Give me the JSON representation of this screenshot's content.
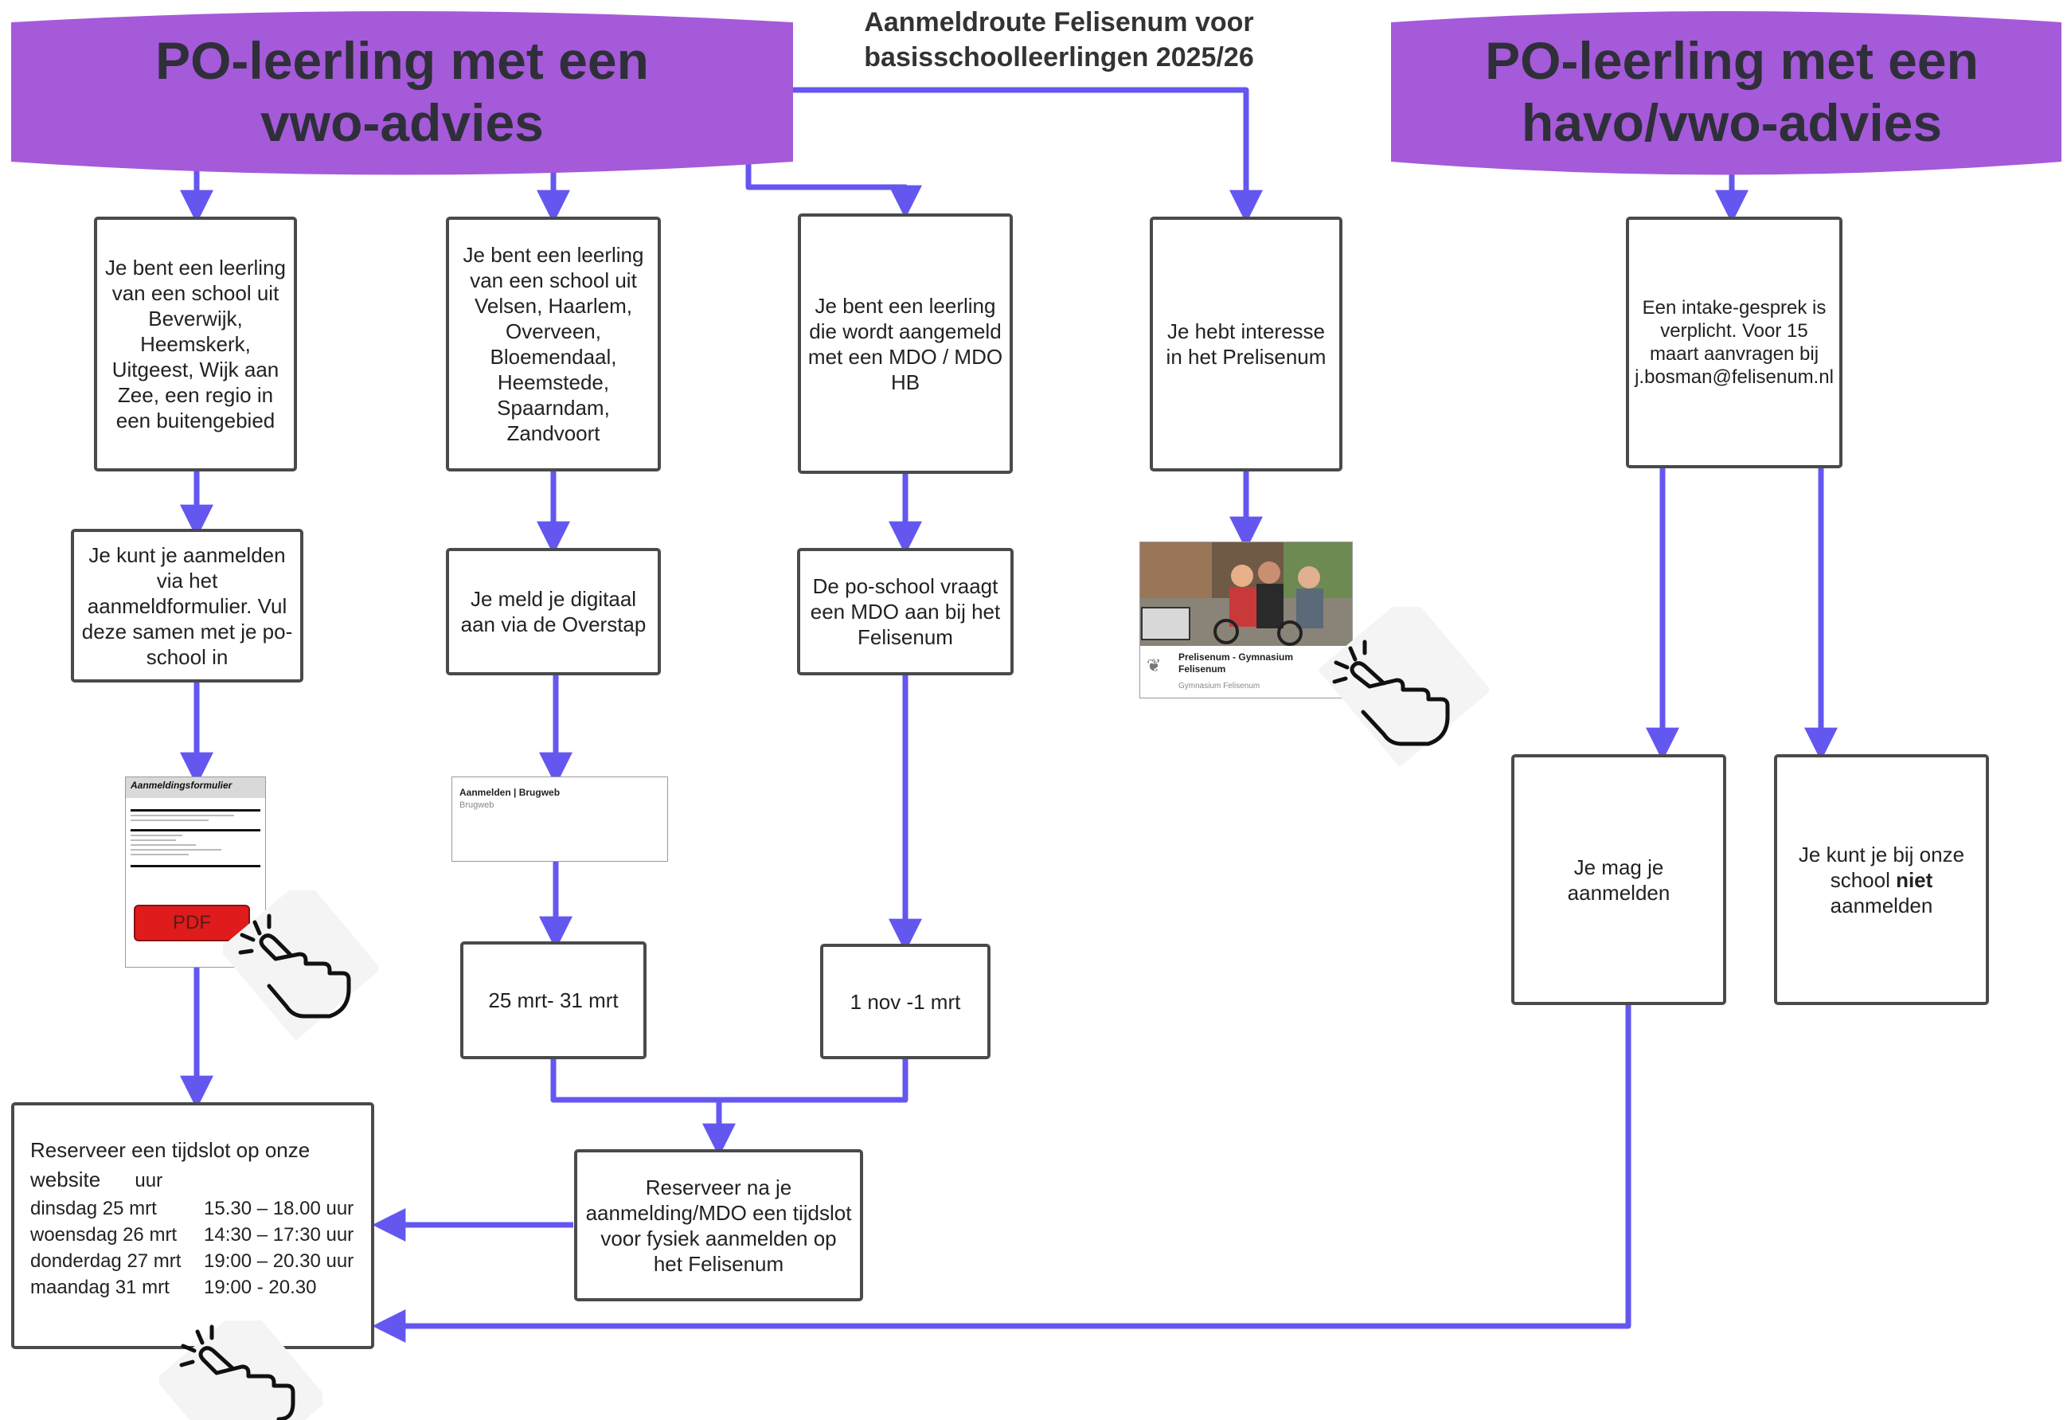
{
  "title": "Aanmeldroute Felisenum voor basisschoolleerlingen 2025/26",
  "colors": {
    "banner": "#a55ad9",
    "arrow": "#6457f0",
    "border": "#4a4a4a",
    "pdf": "#e01b1b"
  },
  "banners": {
    "vwo": "PO-leerling met een vwo-advies",
    "havo_vwo": "PO-leerling met een havo/vwo-advies"
  },
  "boxes": {
    "regio": "Je bent een leerling van een school uit Beverwijk, Heemskerk, Uitgeest, Wijk aan Zee, een regio in een buitengebied",
    "velsen": "Je bent een leerling van een school uit Velsen, Haarlem, Overveen, Bloemendaal, Heemstede, Spaarndam, Zandvoort",
    "mdo": "Je bent een leerling die wordt aangemeld met een MDO / MDO HB",
    "interesse": "Je hebt interesse in het Prelisenum",
    "intake": "Een intake-gesprek is verplicht. Voor 15 maart aanvragen bij j.bosman@felisenum.nl",
    "formulier": "Je kunt je aanmelden via het aanmeldformulier. Vul deze samen met je po-school in",
    "overstap": "Je meld je digitaal aan via de Overstap",
    "poschool": "De po-school vraagt een MDO aan bij het Felisenum",
    "date1": "25 mrt- 31 mrt",
    "date2": "1 nov -1 mrt",
    "mag": "Je mag je aanmelden",
    "niet_pre": "Je kunt je bij onze school",
    "niet_bold": "niet",
    "niet_post": "aanmelden",
    "reserveer_mdo": "Reserveer na je aanmelding/MDO een tijdslot voor fysiek aanmelden op het Felisenum"
  },
  "schedule": {
    "heading_line1": "Reserveer een tijdslot op onze",
    "heading_line2": "website",
    "heading_unit": "uur",
    "rows": [
      {
        "day": "dinsdag 25 mrt",
        "time": "15.30 – 18.00  uur"
      },
      {
        "day": "woensdag 26 mrt",
        "time": "14:30 – 17:30  uur"
      },
      {
        "day": "donderdag 27 mrt",
        "time": "19:00 – 20.30  uur"
      },
      {
        "day": "maandag  31 mrt",
        "time": "19:00 - 20.30"
      }
    ]
  },
  "thumbnails": {
    "form": {
      "title": "Aanmeldingsformulier",
      "pdf_label": "PDF"
    },
    "brugweb": {
      "title": "Aanmelden | Brugweb",
      "subtitle": "Brugweb"
    },
    "prelisenum": {
      "title": "Prelisenum - Gymnasium Felisenum",
      "subtitle": "Gymnasium Felisenum"
    }
  }
}
